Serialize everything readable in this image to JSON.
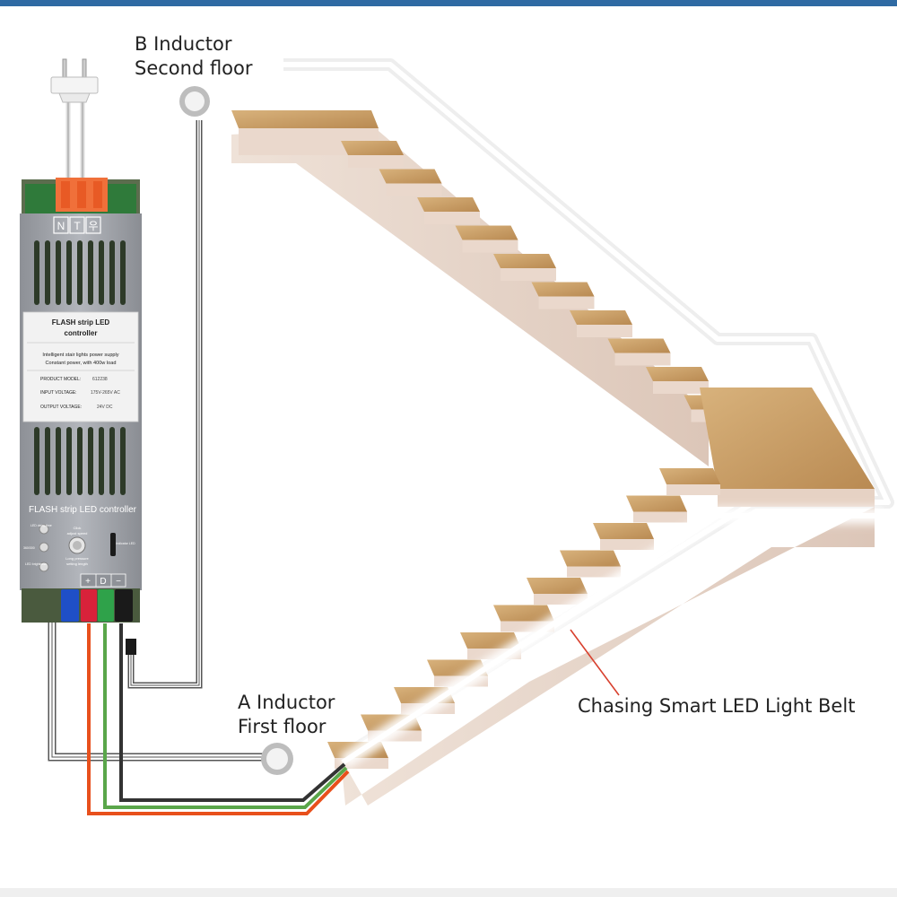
{
  "colors": {
    "top_bar": "#2f6aa3",
    "wire_red": "#e8501c",
    "wire_green": "#5aa64a",
    "wire_black": "#333333",
    "wire_blue": "#1f4fc7",
    "step_wood": "#caa06a",
    "stair_side": "#e9d7cb",
    "led_light": "#ffffff",
    "controller_body": "#a9abb1"
  },
  "labels": {
    "b_inductor": {
      "line1": "B Inductor",
      "line2": "Second floor"
    },
    "a_inductor": {
      "line1": "A Inductor",
      "line2": "First floor"
    },
    "light_belt": "Chasing Smart LED Light Belt"
  },
  "controller": {
    "brand_letters": [
      "N",
      "T",
      "우"
    ],
    "panel_title_line1": "FLASH strip LED",
    "panel_title_line2": "controller",
    "desc_line1": "Intelligent stair lights power supply",
    "desc_line2": "Constant power, with 400w load",
    "product_model_label": "PRODUCT MODEL:",
    "product_model_value": "612238",
    "input_voltage_label": "INPUT VOLTAGE:",
    "input_voltage_value": "175V-265V AC",
    "output_voltage_label": "OUTPUT VOLTAGE:",
    "output_voltage_value": "24V DC",
    "bottom_title": "FLASH strip LED controller",
    "btn1_label": "LED delay time",
    "btn2_label": "360/300",
    "btn3_label": "LED brightness",
    "click_hint_line1": "Click",
    "click_hint_line2": "adjust speed",
    "long_press_line1": "Long pressure",
    "long_press_line2": "setting length",
    "indicator_label": "Indicator LED",
    "terminal_labels": [
      "+",
      "D",
      "−"
    ]
  }
}
